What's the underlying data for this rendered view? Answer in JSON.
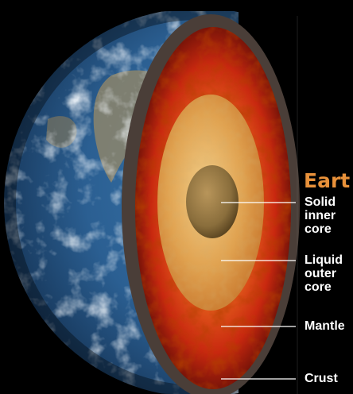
{
  "title": "Eart",
  "colors": {
    "background": "#000000",
    "title": "#e8913a",
    "ocean": "#2b5f92",
    "cloud": "#e8eef4",
    "land": "#9a8a66",
    "crust": "#4a3e38",
    "mantle": "#c8280f",
    "outer_core": "#e0a250",
    "inner_core": "#8a6e3c",
    "leader_line": "#ffffff"
  },
  "labels": {
    "inner_core": [
      "Solid",
      "inner",
      "core"
    ],
    "outer_core": [
      "Liquid",
      "outer",
      "core"
    ],
    "mantle": [
      "Mantle"
    ],
    "crust": [
      "Crust"
    ]
  }
}
